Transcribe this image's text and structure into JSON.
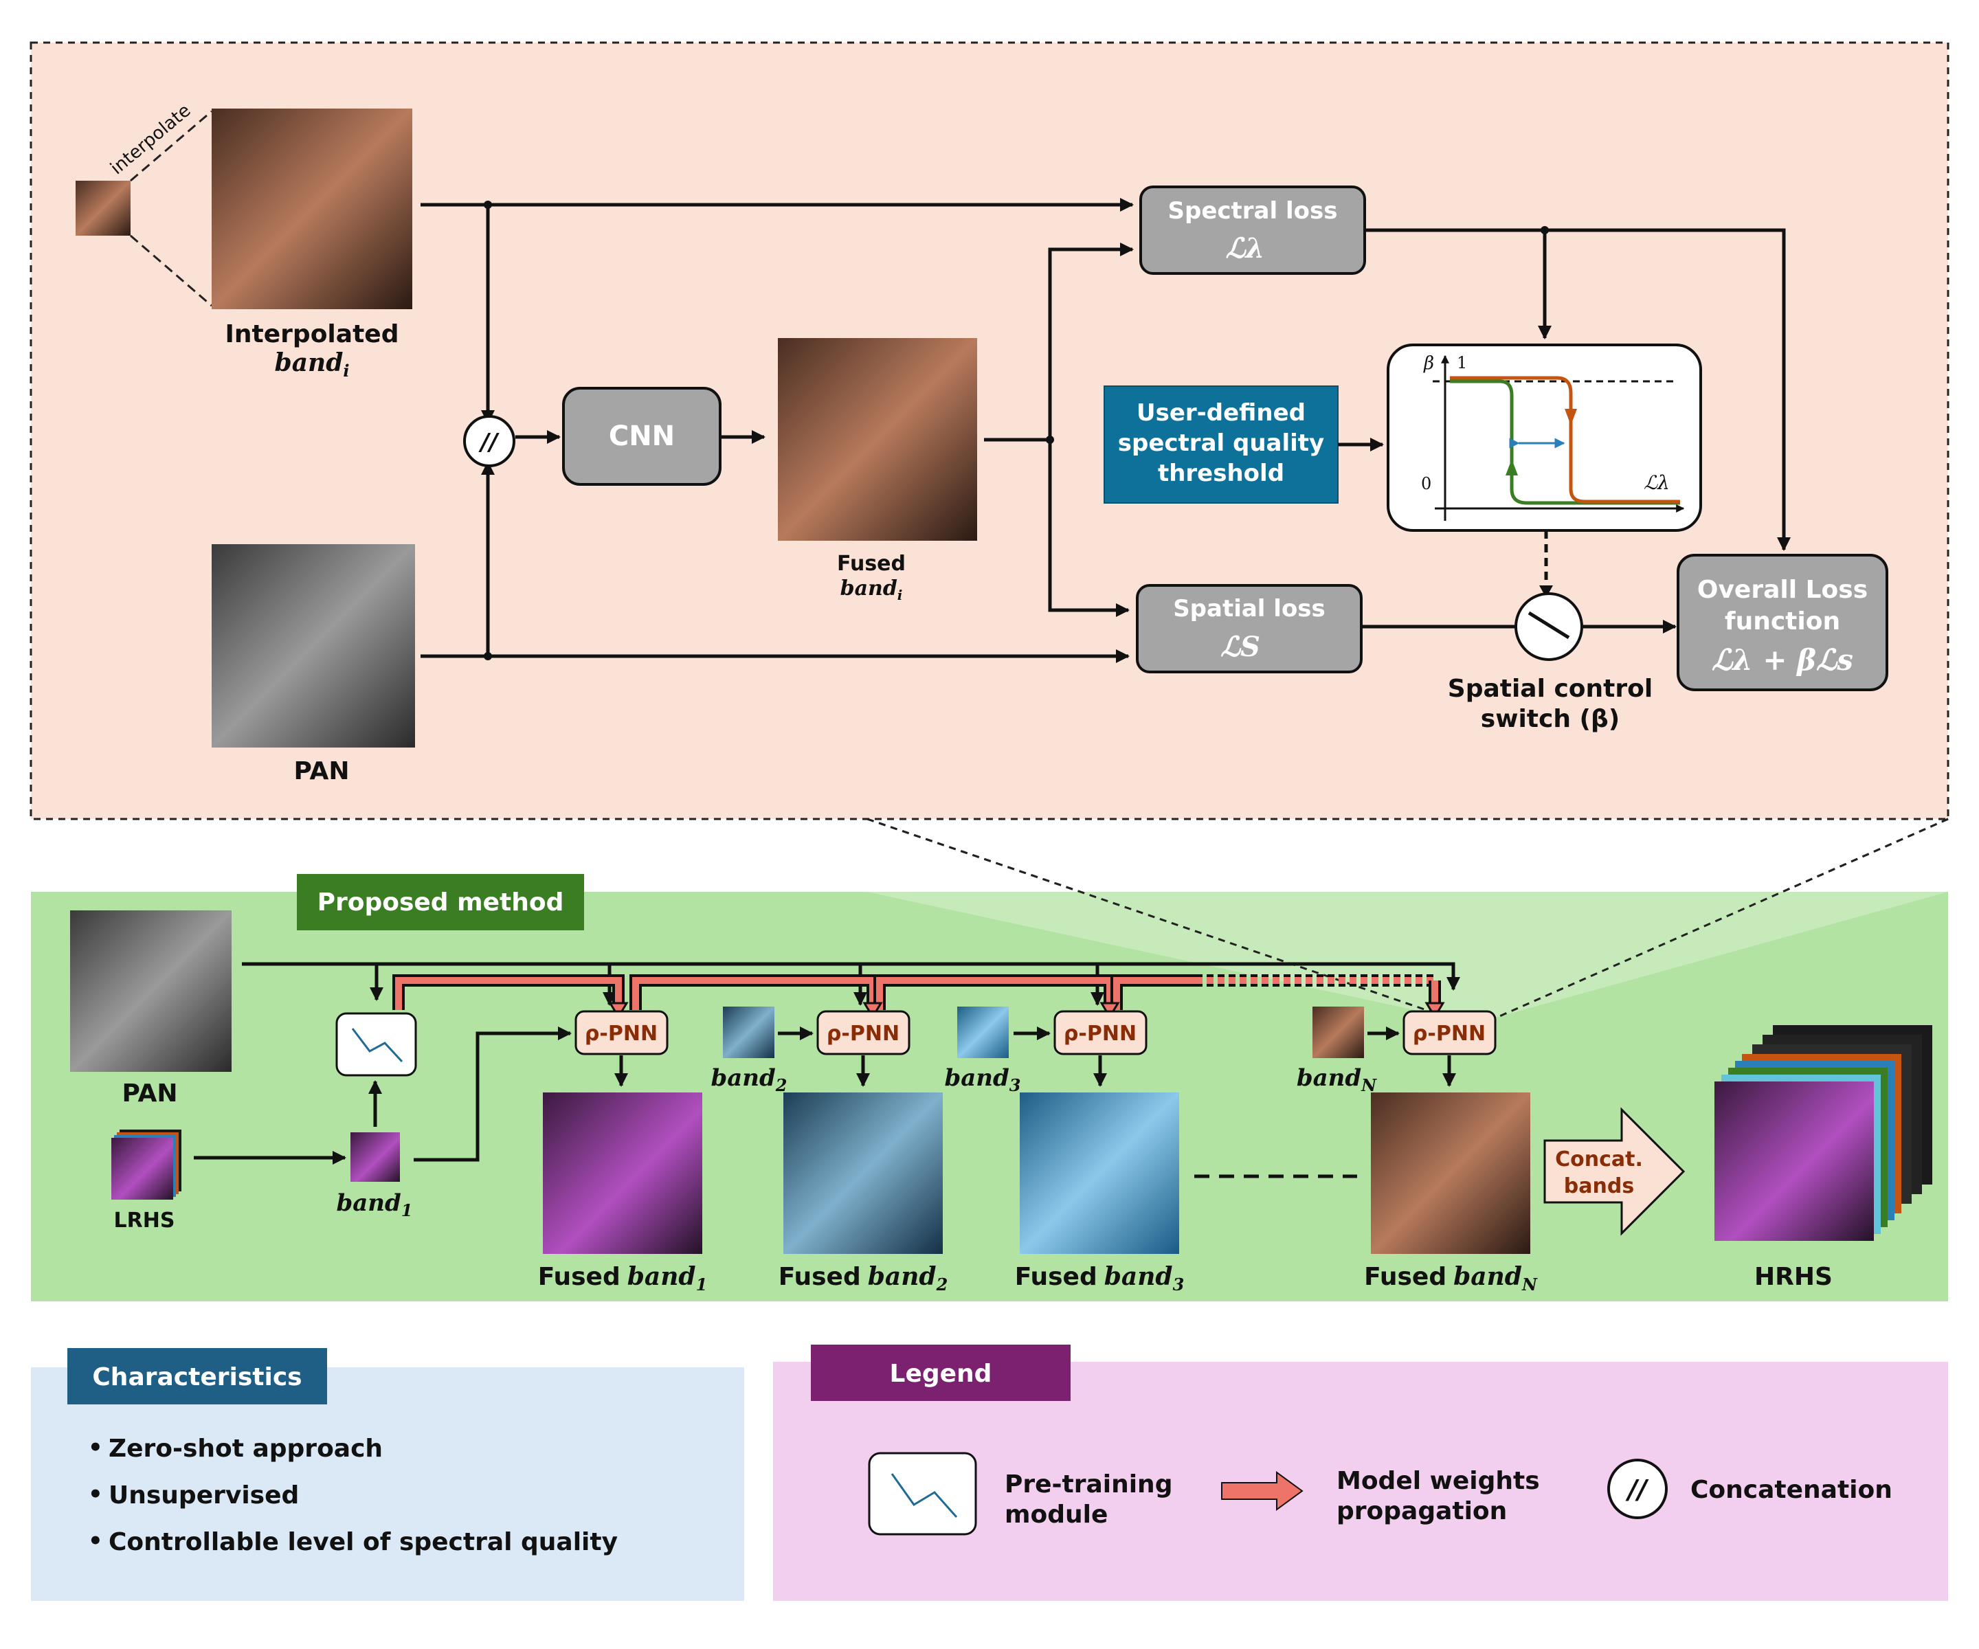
{
  "top_panel": {
    "interpolate_label": "interpolate",
    "interpolated_label": "Interpolated",
    "interpolated_math": "band",
    "interpolated_sub": "i",
    "pan_label": "PAN",
    "cnn_label": "CNN",
    "fused_label": "Fused",
    "fused_math": "band",
    "fused_sub": "i",
    "spectral_loss_label": "Spectral loss",
    "spectral_loss_math": "ℒλ",
    "spatial_loss_label": "Spatial loss",
    "spatial_loss_math": "ℒS",
    "user_box_lines": [
      "User-defined",
      "spectral quality",
      "threshold"
    ],
    "switch_label_lines": [
      "Spatial control",
      "switch (β)"
    ],
    "overall_lines": [
      "Overall Loss",
      "function",
      "ℒλ + βℒs"
    ],
    "graph": {
      "y_label": "β",
      "y_one": "1",
      "y_zero": "0",
      "x_label": "ℒλ"
    }
  },
  "middle_panel": {
    "title": "Proposed method",
    "pan_label": "PAN",
    "lrhs_label": "LRHS",
    "pnn_label": "ρ-PNN",
    "band_label": "band",
    "inputs": [
      {
        "sub": "1"
      },
      {
        "sub": "2"
      },
      {
        "sub": "3"
      },
      {
        "sub": "N"
      }
    ],
    "fused_prefix": "Fused",
    "fused_subs": [
      "1",
      "2",
      "3",
      "N"
    ],
    "concat_lines": [
      "Concat.",
      "bands"
    ],
    "hrhs_label": "HRHS"
  },
  "characteristics": {
    "title": "Characteristics",
    "items": [
      "Zero-shot approach",
      "Unsupervised",
      "Controllable level of spectral quality"
    ]
  },
  "legend": {
    "title": "Legend",
    "pretraining_lines": [
      "Pre-training",
      "module"
    ],
    "propagation_lines": [
      "Model weights",
      "propagation"
    ],
    "concat_label": "Concatenation",
    "concat_symbol": "//"
  },
  "colors": {
    "top_bg": "#fae2d6",
    "mid_bg": "#b3e3a2",
    "char_bg": "#dbe9f6",
    "legend_bg": "#f2cfee",
    "gray_box": "#a5a5a5",
    "user_box": "#0e7199",
    "proposed_tag": "#3b7d23",
    "char_tag": "#1f5f86",
    "legend_tag": "#7b216f",
    "pnn_box": "#fbe1d3",
    "propagation_arrow": "#ee7369",
    "green_curve": "#3a7d22",
    "orange_curve": "#c4540f"
  }
}
